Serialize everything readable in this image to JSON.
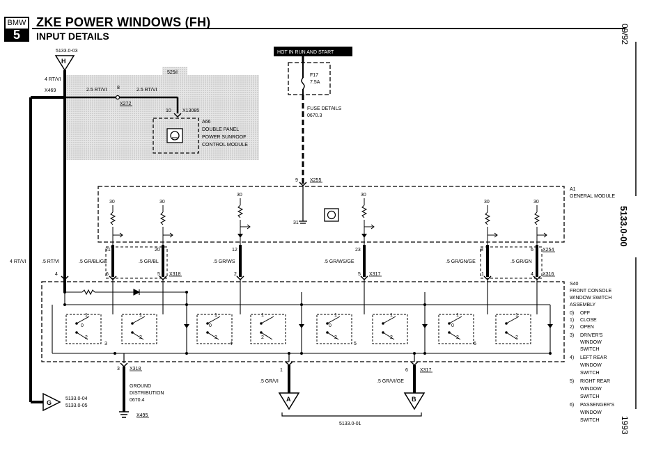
{
  "header": {
    "logo_top": "BMW",
    "logo_bottom": "5",
    "title": "ZKE POWER WINDOWS (FH)",
    "subtitle": "INPUT DETAILS"
  },
  "side": {
    "date": "09/92",
    "page": "5133.0-00",
    "year": "1993"
  },
  "connectors": {
    "H": {
      "letter": "H",
      "ref": "5133.0-03"
    },
    "G": {
      "letter": "G",
      "ref1": "5133.0-04",
      "ref2": "5133.0-05"
    },
    "A": {
      "letter": "A"
    },
    "B": {
      "letter": "B"
    },
    "bottom_ref": "5133.0-01"
  },
  "wires": {
    "w_4rtvi_top": "4 RT/VI",
    "x469": "X469",
    "w_25a": "2.5 RT/VI",
    "w_25b": "2.5 RT/VI",
    "splice": "8",
    "x272": "X272",
    "pin10": "10",
    "x13085": "X13085",
    "w_4rtvi_left": "4 RT/VI",
    "w_5rtvi": ".5 RT/VI",
    "w_5grblge": ".5 GR/BL/GE",
    "w_5grbl": ".5 GR/BL",
    "w_5grws": ".5 GR/WS",
    "w_5grwsge": ".5 GR/WS/GE",
    "w_5grgnge": ".5 GR/GN/GE",
    "w_5grgn": ".5 GR/GN",
    "w_5grvi": ".5 GR/VI",
    "w_5grvige": ".5 GR/VI/GE",
    "x255": "X255",
    "x254": "X254",
    "x318a": "X318",
    "x317a": "X317",
    "x316": "X316",
    "x318b": "X318",
    "x317b": "X317",
    "x495": "X495"
  },
  "sunroof": {
    "option": "525il",
    "id": "A66",
    "line1": "DOUBLE PANEL",
    "line2": "POWER SUNROOF",
    "line3": "CONTROL MODULE"
  },
  "fuse": {
    "hot": "HOT IN RUN AND START",
    "name": "F17",
    "rating": "7.5A",
    "details1": "FUSE DETAILS",
    "details2": "0670.3"
  },
  "module_a1": {
    "id": "A1",
    "name": "GENERAL MODULE",
    "v30": [
      "30",
      "30",
      "30",
      "30",
      "30",
      "30"
    ],
    "pin9": "9",
    "pin31": "31",
    "pins_top": [
      "21",
      "20",
      "12",
      "23",
      "8",
      "6"
    ],
    "pins_bot": [
      "4",
      "6",
      "5",
      "2",
      "5",
      "1",
      "4"
    ]
  },
  "s40": {
    "id": "S40",
    "lines": [
      "FRONT CONSOLE",
      "WINDOW SWITCH",
      "ASSEMBLY"
    ],
    "legend": [
      {
        "n": "0)",
        "t": "OFF"
      },
      {
        "n": "1)",
        "t": "CLOSE"
      },
      {
        "n": "2)",
        "t": "OPEN"
      },
      {
        "n": "3)",
        "t": "DRIVER'S"
      },
      {
        "n": "",
        "t": "WINDOW"
      },
      {
        "n": "",
        "t": "SWITCH"
      },
      {
        "n": "4)",
        "t": "LEFT REAR"
      },
      {
        "n": "",
        "t": "WINDOW"
      },
      {
        "n": "",
        "t": "SWITCH"
      },
      {
        "n": "5)",
        "t": "RIGHT REAR"
      },
      {
        "n": "",
        "t": "WINDOW"
      },
      {
        "n": "",
        "t": "SWITCH"
      },
      {
        "n": "6)",
        "t": "PASSENGER'S"
      },
      {
        "n": "",
        "t": "WINDOW"
      },
      {
        "n": "",
        "t": "SWITCH"
      }
    ],
    "switch_nums": [
      "3",
      "4",
      "5",
      "6"
    ],
    "pos_labels": {
      "one": "1",
      "zero": "0",
      "two": "2"
    },
    "pin3": "3",
    "pin1": "1",
    "pin6": "6"
  },
  "ground": {
    "line1": "GROUND",
    "line2": "DISTRIBUTION",
    "line3": "0670.4"
  }
}
